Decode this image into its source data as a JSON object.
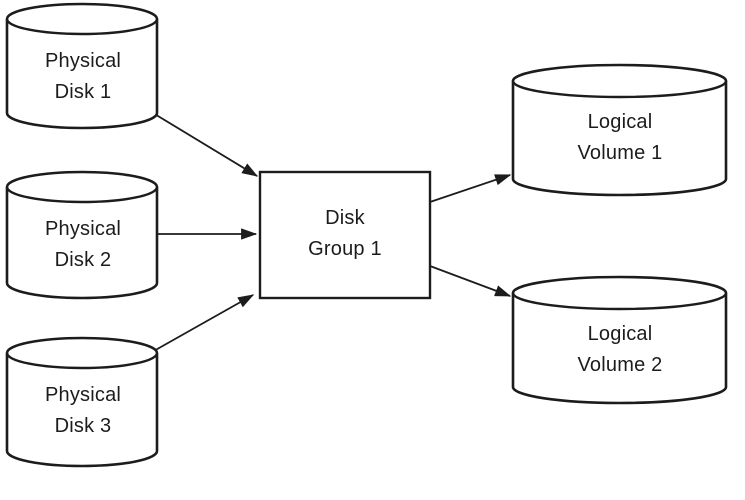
{
  "diagram": {
    "type": "volume-management-concept-diagram",
    "ink_color": "#1c1c1c",
    "background_color": "#ffffff",
    "nodes": {
      "physical_disk_1": {
        "label": "Physical\nDisk 1",
        "shape": "cylinder"
      },
      "physical_disk_2": {
        "label": "Physical\nDisk 2",
        "shape": "cylinder"
      },
      "physical_disk_3": {
        "label": "Physical\nDisk 3",
        "shape": "cylinder"
      },
      "disk_group_1": {
        "label": "Disk\nGroup 1",
        "shape": "rectangle"
      },
      "logical_volume_1": {
        "label": "Logical\nVolume 1",
        "shape": "cylinder"
      },
      "logical_volume_2": {
        "label": "Logical\nVolume 2",
        "shape": "cylinder"
      }
    },
    "edges": [
      {
        "from": "physical_disk_1",
        "to": "disk_group_1",
        "arrow": "to"
      },
      {
        "from": "physical_disk_2",
        "to": "disk_group_1",
        "arrow": "to"
      },
      {
        "from": "physical_disk_3",
        "to": "disk_group_1",
        "arrow": "to"
      },
      {
        "from": "disk_group_1",
        "to": "logical_volume_1",
        "arrow": "to"
      },
      {
        "from": "disk_group_1",
        "to": "logical_volume_2",
        "arrow": "to"
      }
    ]
  }
}
